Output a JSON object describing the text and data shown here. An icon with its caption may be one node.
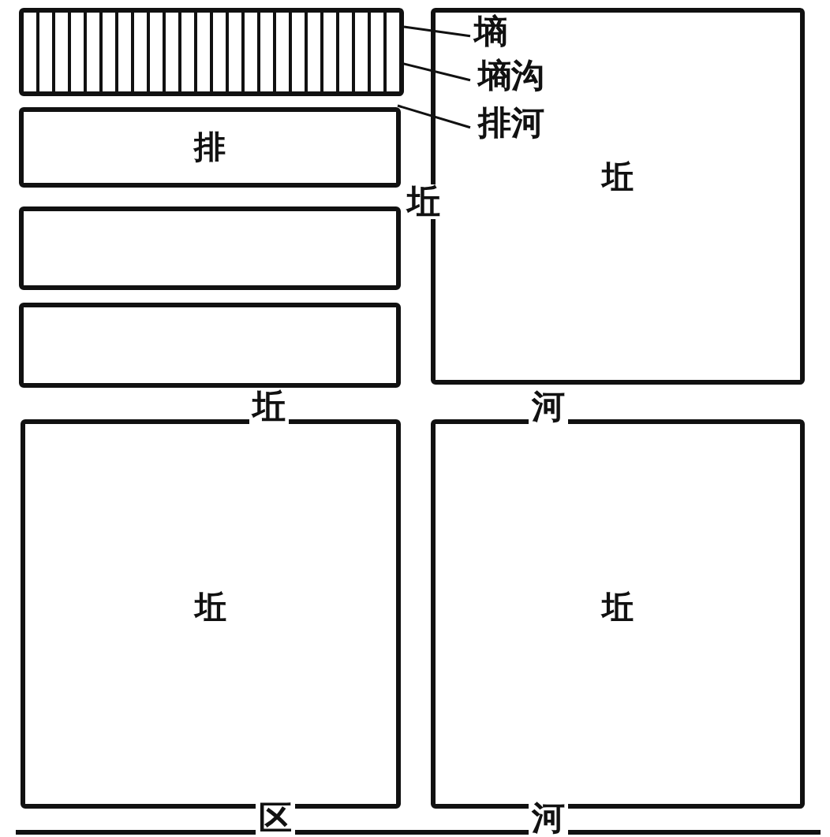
{
  "diagram": {
    "nodes": [
      {
        "text": [],
        "shape": "box"
      },
      {
        "text": [
          "墒"
        ],
        "in": 7
      },
      {
        "text": [
          "墒沟"
        ],
        "in": 7
      },
      {
        "text": [
          "排河"
        ],
        "in": 7
      },
      {
        "text": [
          "排"
        ]
      },
      {
        "text": [],
        "shape": "box"
      },
      {
        "text": [],
        "shape": "box"
      },
      {
        "text": [
          "坵"
        ]
      },
      {
        "text": [
          "坵"
        ]
      },
      {
        "text": [
          "坵"
        ]
      }
    ],
    "edges": [
      {
        "from": 1,
        "to": 0,
        "arrow": "none"
      },
      {
        "from": 2,
        "to": 0,
        "arrow": "none"
      },
      {
        "from": 3,
        "to": 4,
        "arrow": "none"
      }
    ],
    "labels": [
      "坵",
      "坵",
      "河",
      "区",
      "河"
    ]
  }
}
